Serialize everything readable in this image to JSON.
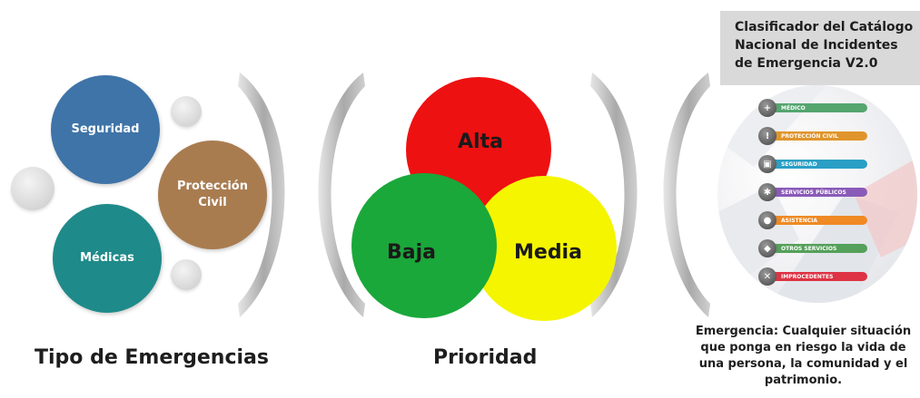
{
  "tipo": {
    "caption": "Tipo de Emergencias",
    "types": [
      {
        "label": "Seguridad",
        "color": "#3f74a8"
      },
      {
        "label": "Protección Civil",
        "color": "#a97c50"
      },
      {
        "label": "Médicas",
        "color": "#1f8a8a"
      }
    ]
  },
  "prioridad": {
    "caption": "Prioridad",
    "levels": [
      {
        "label": "Alta",
        "color": "#ee1111"
      },
      {
        "label": "Baja",
        "color": "#1aa83a"
      },
      {
        "label": "Media",
        "color": "#f5f500"
      }
    ]
  },
  "catalogo": {
    "title_lines": [
      "Clasificador  del Catálogo",
      "Nacional de Incidentes",
      "de Emergencia V2.0"
    ],
    "items": [
      {
        "label": "MÉDICO",
        "color": "#54a56e",
        "icon": "plus-icon"
      },
      {
        "label": "PROTECCIÓN CIVIL",
        "color": "#e0952c",
        "icon": "alert-icon"
      },
      {
        "label": "SEGURIDAD",
        "color": "#2b9fc5",
        "icon": "lock-icon"
      },
      {
        "label": "SERVICIOS PÚBLICOS",
        "color": "#8a5ab8",
        "icon": "gear-icon"
      },
      {
        "label": "ASISTENCIA",
        "color": "#ef8a25",
        "icon": "person-icon"
      },
      {
        "label": "OTROS SERVICIOS",
        "color": "#55a05a",
        "icon": "people-icon"
      },
      {
        "label": "IMPROCEDENTES",
        "color": "#dd3344",
        "icon": "x-icon"
      }
    ],
    "definition_lines": [
      "Emergencia: Cualquier situación",
      "que ponga en riesgo la vida de",
      "una persona, la comunidad y el",
      "patrimonio."
    ]
  }
}
